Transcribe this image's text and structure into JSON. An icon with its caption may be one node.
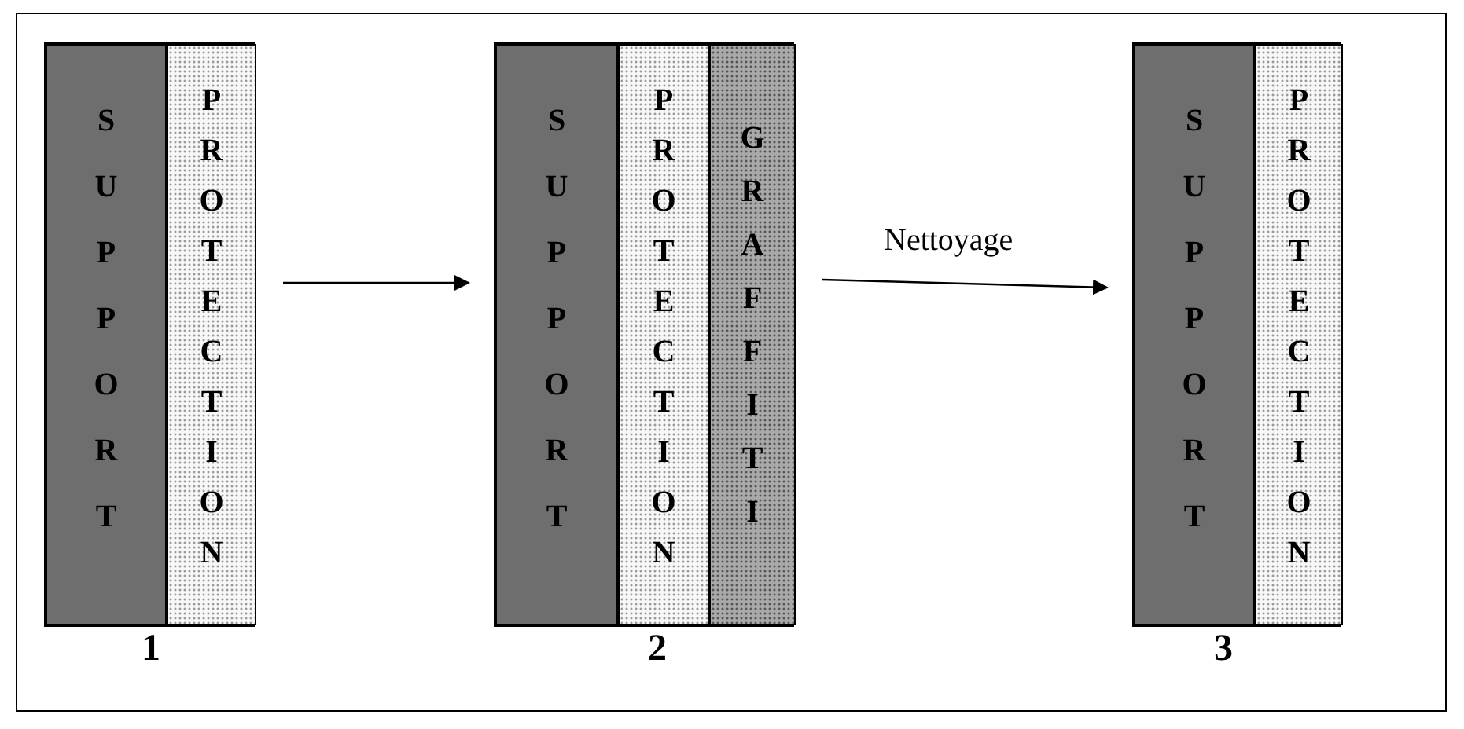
{
  "diagram": {
    "nodes": [
      {
        "text": [],
        "shape": "box",
        "beside": [
          "1"
        ]
      },
      {
        "text": [
          "SUPPORT"
        ],
        "in": 0
      },
      {
        "text": [
          "PROTECTION"
        ],
        "in": 0
      },
      {
        "text": [],
        "shape": "box",
        "beside": [
          "2"
        ]
      },
      {
        "text": [
          "SUPPORT"
        ],
        "in": 3
      },
      {
        "text": [
          "PROTECTION"
        ],
        "in": 3
      },
      {
        "text": [
          "GRAFFITI"
        ],
        "in": 3
      },
      {
        "text": [],
        "shape": "box",
        "beside": [
          "3"
        ]
      },
      {
        "text": [
          "SUPPORT"
        ],
        "in": 7
      },
      {
        "text": [
          "PROTECTION"
        ],
        "in": 7
      }
    ],
    "edges": [
      {
        "from": 0,
        "to": 3,
        "arrow": "to"
      },
      {
        "from": 3,
        "to": 7,
        "arrow": "to",
        "label": "Nettoyage"
      }
    ]
  }
}
